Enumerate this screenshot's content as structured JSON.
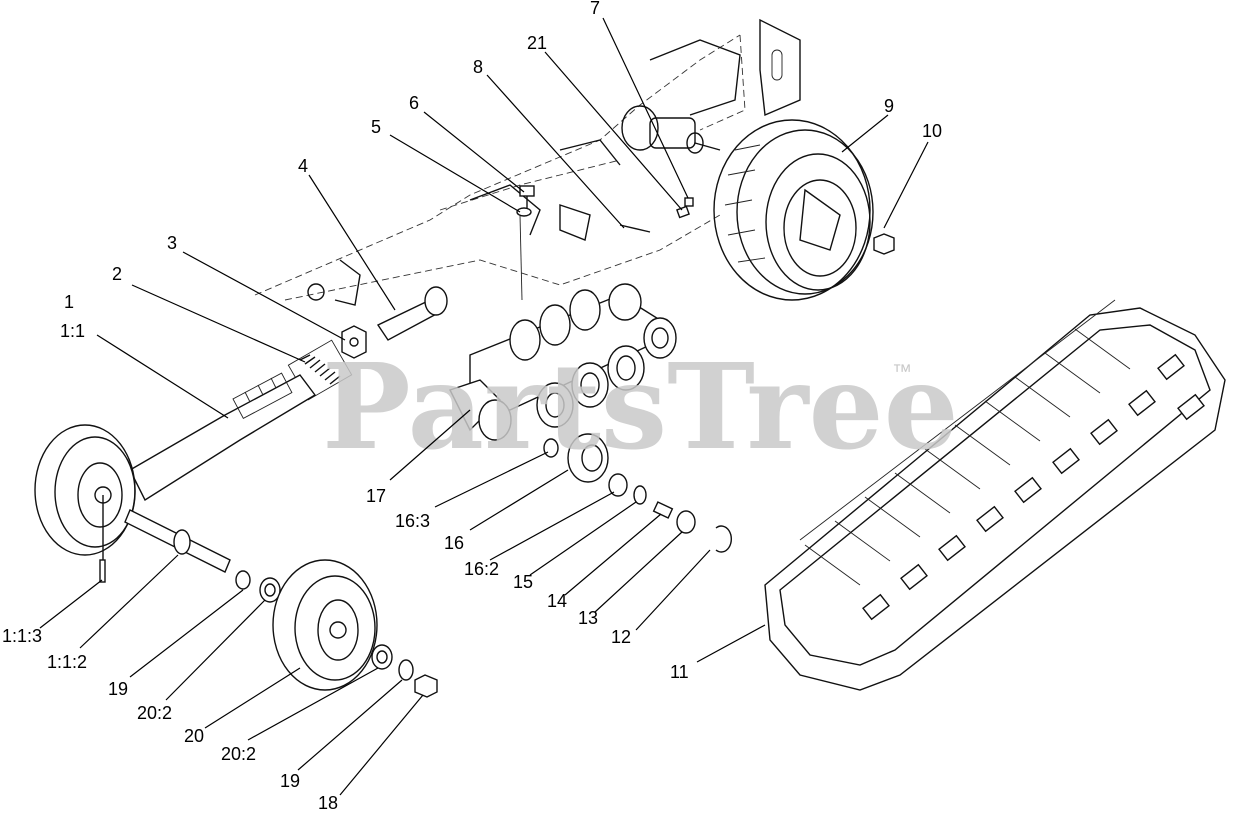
{
  "watermark": {
    "brand": "PartsTree",
    "trademark": "™"
  },
  "callouts": {
    "c1": "1",
    "c1_1": "1:1",
    "c1_1_2": "1:1:2",
    "c1_1_3": "1:1:3",
    "c2": "2",
    "c3": "3",
    "c4": "4",
    "c5": "5",
    "c6": "6",
    "c7": "7",
    "c8": "8",
    "c9": "9",
    "c10": "10",
    "c11": "11",
    "c12": "12",
    "c13": "13",
    "c14": "14",
    "c15": "15",
    "c16": "16",
    "c16_2": "16:2",
    "c16_3": "16:3",
    "c17": "17",
    "c18": "18",
    "c19a": "19",
    "c19b": "19",
    "c20": "20",
    "c20_2a": "20:2",
    "c20_2b": "20:2",
    "c21": "21"
  }
}
